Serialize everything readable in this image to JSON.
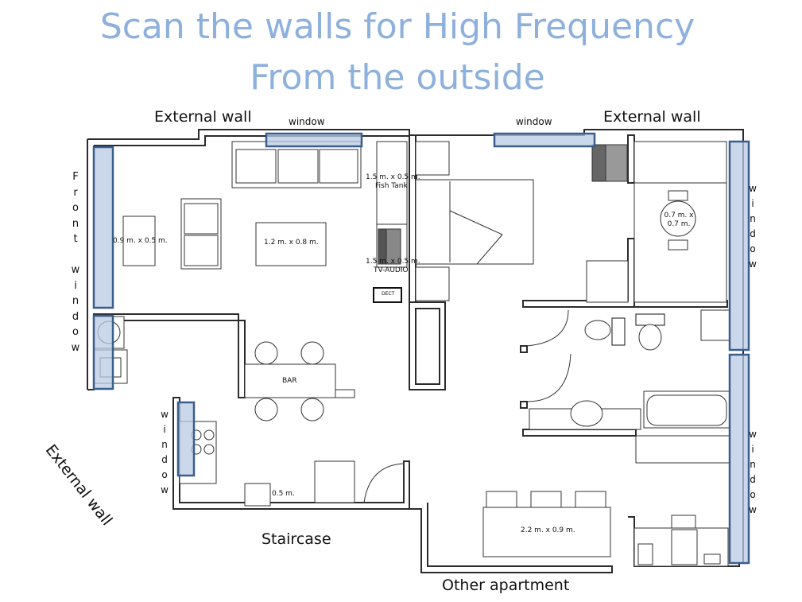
{
  "title": {
    "line1": "Scan the walls for High Frequency",
    "line2": "From the outside"
  },
  "labels": {
    "external_wall_top_left": "External wall",
    "external_wall_top_right": "External wall",
    "external_wall_diagonal": "External wall",
    "window_top_left": "window",
    "window_top_right": "window",
    "front_window": "Front window",
    "window_right_upper": "window",
    "window_right_lower": "window",
    "window_kitchen": "window",
    "staircase": "Staircase",
    "other_apartment": "Other apartment"
  },
  "furniture": {
    "side_table": "0.9 m. x 0.5 m.",
    "coffee_table": "1.2 m. x 0.8 m.",
    "fish_tank_size": "1.5 m. x 0.5 m.",
    "fish_tank": "Fish Tank",
    "tv_size": "1.5 m. x 0.5 m.",
    "tv": "TV-AUDIO",
    "dect": "DECT",
    "bar": "BAR",
    "round_table": "0.7 m. x 0.7 m.",
    "dining_table": "2.2 m. x 0.9 m.",
    "kitchen_sink": "0.5 m."
  },
  "colors": {
    "window_fill": "#b9cbe4",
    "window_stroke": "#3a5e8c",
    "title": "#8eb0dc",
    "wall": "#2b2b2b"
  }
}
